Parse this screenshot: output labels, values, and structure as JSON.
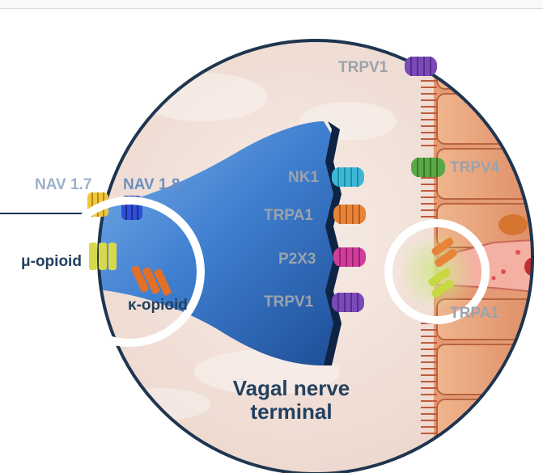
{
  "labels": {
    "nav17": "NAV 1.7",
    "nav18": "NAV 1.8",
    "mu_opioid": "μ-opioid",
    "kappa_opioid": "κ-opioid",
    "nk1": "NK1",
    "trpa1_left": "TRPA1",
    "p2x3": "P2X3",
    "trpv1_left": "TRPV1",
    "trpv1_top": "TRPV1",
    "trpv4": "TRPV4",
    "trpa1_right": "TRPA1",
    "title_line1": "Vagal nerve",
    "title_line2": "terminal"
  },
  "colors": {
    "nk1": "#3cb8d6",
    "trpa1": "#e8843a",
    "p2x3": "#d03e9c",
    "trpv1": "#7b4ab8",
    "trpv4": "#5aa846",
    "nav17": "#f0c63c",
    "nav18": "#2f4fd8",
    "mu_opioid": "#d8d84a",
    "kappa_opioid": "#e0702a",
    "nerve": "#3f7fd0",
    "epithelium": "#e9a27e"
  }
}
